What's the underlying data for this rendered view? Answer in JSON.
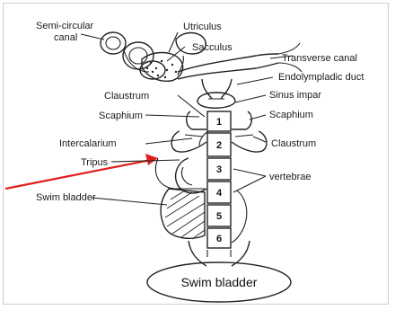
{
  "labels": {
    "semi_circular_canal_1": "Semi-circular",
    "semi_circular_canal_2": "canal",
    "utriculus": "Utriculus",
    "sacculus": "Sacculus",
    "transverse_canal": "Transverse canal",
    "endolymphatic_duct": "Endolympladic duct",
    "sinus_impar": "Sinus impar",
    "scaphium_left": "Scaphium",
    "scaphium_right": "Scaphium",
    "claustrum_left": "Claustrum",
    "claustrum_right": "Claustrum",
    "intercalarium": "Intercalarium",
    "tripus": "Tripus",
    "vertebrae": "vertebrae",
    "swim_bladder_side": "Swim bladder",
    "swim_bladder_main": "Swim bladder"
  },
  "vertebra_numbers": [
    "1",
    "2",
    "3",
    "4",
    "5",
    "6"
  ],
  "colors": {
    "arrow": "#e0201e",
    "ink": "#222222"
  }
}
